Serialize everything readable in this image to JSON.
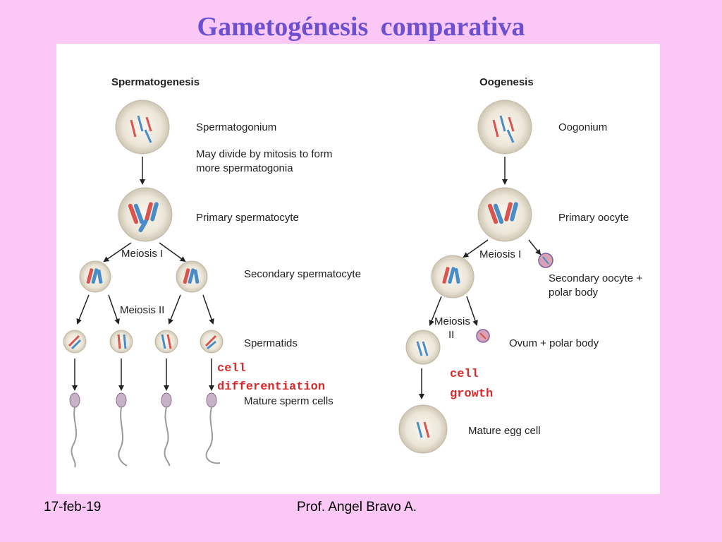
{
  "slide": {
    "title": "Gametogénesis  comparativa"
  },
  "spermatogenesis": {
    "heading": "Spermatogenesis",
    "spermatogonium": "Spermatogonium",
    "mitosis_note_1": "May divide by mitosis to form",
    "mitosis_note_2": "more spermatogonia",
    "primary": "Primary spermatocyte",
    "meiosis_1": "Meiosis I",
    "secondary": "Secondary spermatocyte",
    "meiosis_2": "Meiosis II",
    "spermatids": "Spermatids",
    "diff_1": "cell",
    "diff_2": "differentiation",
    "mature": "Mature sperm cells"
  },
  "oogenesis": {
    "heading": "Oogenesis",
    "oogonium": "Oogonium",
    "primary": "Primary oocyte",
    "meiosis_1": "Meiosis I",
    "secondary_1": "Secondary oocyte +",
    "secondary_2": "polar body",
    "meiosis_2_a": "Meiosis",
    "meiosis_2_b": "II",
    "ovum": "Ovum + polar body",
    "growth_1": "cell",
    "growth_2": "growth",
    "mature": "Mature egg cell"
  },
  "footer": {
    "date": "17-feb-19",
    "author": "Prof.  Angel Bravo A."
  },
  "colors": {
    "background": "#fbc8f6",
    "title": "#6b50d0",
    "emphasis": "#d92b2b",
    "chromosome_red": "#d9534f",
    "chromosome_blue": "#4a8cc8"
  }
}
